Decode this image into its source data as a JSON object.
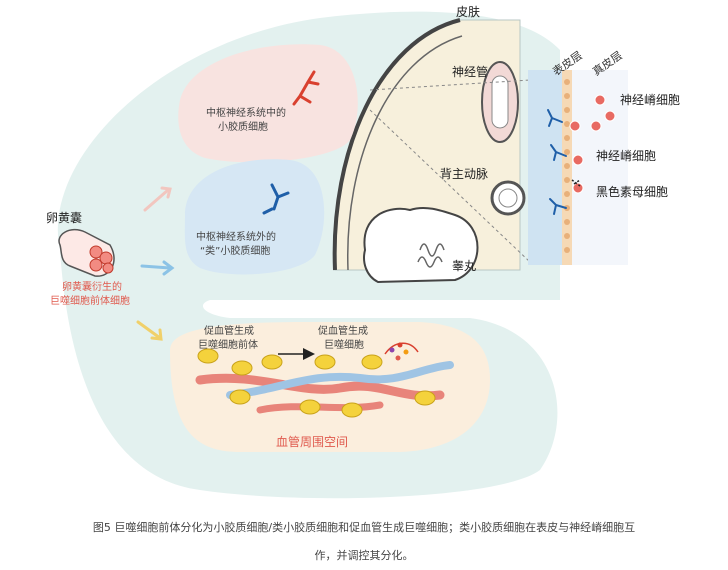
{
  "labels": {
    "skin": "皮肤",
    "neural_tube": "神经管",
    "dorsal_aorta": "背主动脉",
    "testis": "睾丸",
    "epidermis": "表皮层",
    "dermis": "真皮层",
    "neural_crest_1": "神经嵴细胞",
    "neural_crest_2": "神经嵴细胞",
    "melanoblast": "黑色素母细胞",
    "cns_microglia_l1": "中枢神经系统中的",
    "cns_microglia_l2": "小胶质细胞",
    "extra_cns_l1": "中枢神经系统外的",
    "extra_cns_l2": "“类”小胶质细胞",
    "yolk_sac": "卵黄囊",
    "yolk_precursor_l1": "卵黄囊衍生的",
    "yolk_precursor_l2": "巨噬细胞前体细胞",
    "pro_precursor_l1": "促血管生成",
    "pro_precursor_l2": "巨噬细胞前体",
    "pro_macro_l1": "促血管生成",
    "pro_macro_l2": "巨噬细胞",
    "perivascular": "血管周围空间"
  },
  "caption": {
    "line1": "图5 巨噬细胞前体分化为小胶质细胞/类小胶质细胞和促血管生成巨噬细胞；类小胶质细胞在表皮与神经嵴细胞互",
    "line2": "作，并调控其分化。"
  },
  "colors": {
    "background_blob": "#e3f1ef",
    "cns_region": "#f8e3e0",
    "extra_cns_region": "#d6e7f4",
    "perivascular_region": "#fbeedd",
    "epidermis": "#cfe3f2",
    "microglia": "#1f5fa8",
    "microglia_red": "#d9402f",
    "yellow_cell": "#f4d23c",
    "red_accent": "#e05a4e"
  }
}
